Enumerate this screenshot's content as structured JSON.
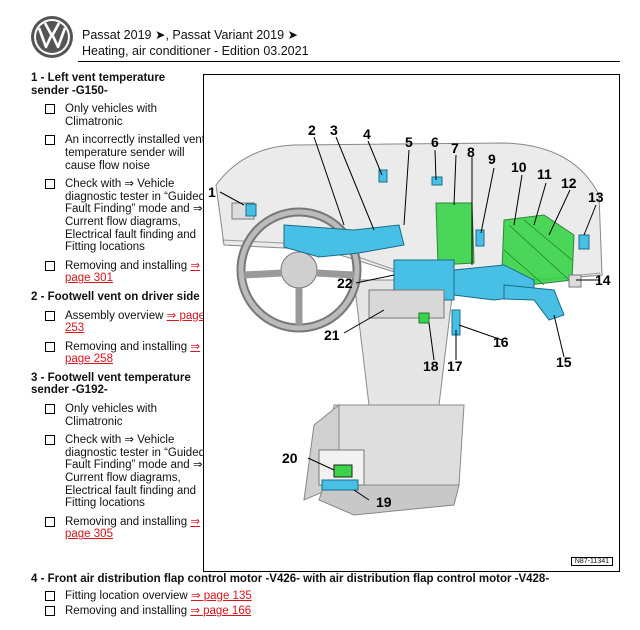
{
  "header": {
    "line1": "Passat 2019 ➤, Passat Variant 2019 ➤",
    "line2": "Heating, air conditioner - Edition 03.2021"
  },
  "sections": [
    {
      "title": "1 - Left vent temperature sender -G150-",
      "items": [
        {
          "text": "Only vehicles with Climatronic",
          "link": ""
        },
        {
          "text": "An incorrectly installed vent temperature sender will cause flow noise",
          "link": ""
        },
        {
          "text": "Check with ⇒ Vehicle diagnostic tester in “Guided Fault Finding” mode and ⇒ Current flow diagrams, Electrical fault finding and Fitting locations",
          "link": ""
        },
        {
          "text": "Removing and installing",
          "link": "⇒ page 301"
        }
      ]
    },
    {
      "title": "2 - Footwell vent on driver side",
      "items": [
        {
          "text": "Assembly overview",
          "link": "⇒ page 253"
        },
        {
          "text": "Removing and installing",
          "link": "⇒ page 258"
        }
      ]
    },
    {
      "title": "3 - Footwell vent temperature sender -G192-",
      "items": [
        {
          "text": "Only vehicles with Climatronic",
          "link": ""
        },
        {
          "text": "Check with ⇒ Vehicle diagnostic tester in “Guided Fault Finding” mode and ⇒ Current flow diagrams, Electrical fault finding and Fitting locations",
          "link": ""
        },
        {
          "text": "Removing and installing",
          "link": "⇒ page 305"
        }
      ]
    }
  ],
  "bottom_section": {
    "title": "4 - Front air distribution flap control motor -V426- with air distribution flap control motor -V428-",
    "items": [
      {
        "text": "Fitting location overview",
        "link": "⇒ page 135"
      },
      {
        "text": "Removing and installing",
        "link": "⇒ page 166"
      }
    ]
  },
  "figure": {
    "ref": "N87-11341",
    "callouts": [
      "1",
      "2",
      "3",
      "4",
      "5",
      "6",
      "7",
      "8",
      "9",
      "10",
      "11",
      "12",
      "13",
      "14",
      "15",
      "16",
      "17",
      "18",
      "19",
      "20",
      "21",
      "22"
    ]
  }
}
